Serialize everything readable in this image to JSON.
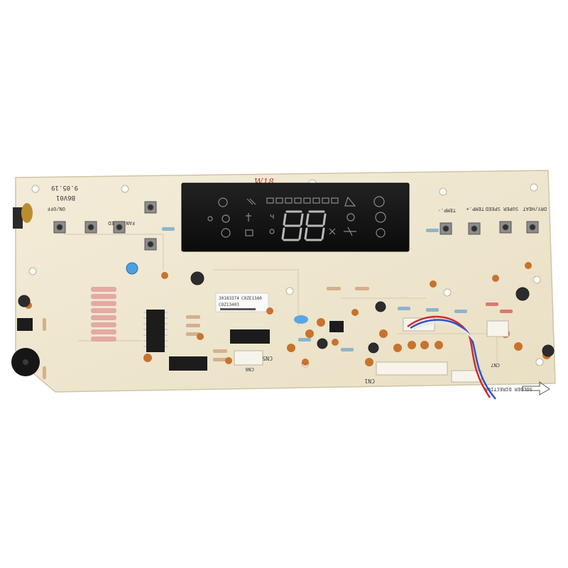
{
  "board": {
    "silk": {
      "date": "9.05.19",
      "model": "B6V01",
      "on_off": "ON/OFF",
      "fan_speed": "FAN SPEED",
      "temp_minus": "TEMP.-",
      "temp_plus": "TEMP.+",
      "super_speed": "SUPER SPEED",
      "dry_heat": "DRY/HEAT",
      "solder_direction": "SOLDER DIRECTION",
      "cn1": "CN1",
      "cn5": "CN5",
      "cn6": "CN6",
      "cn7": "CN7",
      "handwritten": "W18",
      "label1": "30183374",
      "label2": "C0ZE13A0",
      "label3": "COZ13403"
    },
    "display": {
      "digits": "88"
    }
  },
  "colors": {
    "board": "#efe6cf",
    "display": "#141414",
    "wire_red": "#d32a2a",
    "wire_blue": "#2a55c8",
    "capacitor": "#c7732e"
  }
}
